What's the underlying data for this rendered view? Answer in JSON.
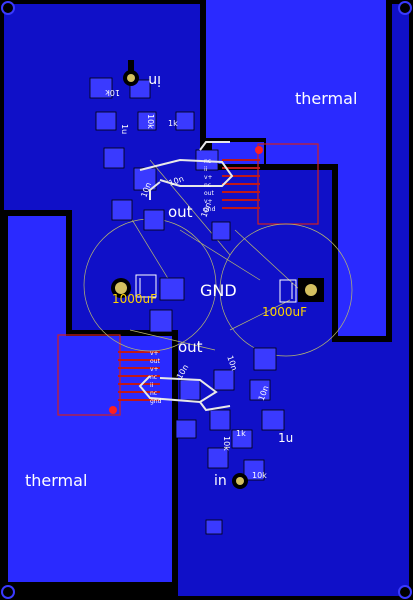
{
  "colors": {
    "background": "#000000",
    "copper_fill": "#1010c8",
    "copper_pad": "#3a3aff",
    "silkscreen": "#ffffff",
    "value_text": "#ffd400",
    "outline_red": "#d02020",
    "trace_white": "#e8e8e8",
    "ratsnest": "#b8b870"
  },
  "labels": {
    "thermal_top": "thermal",
    "thermal_bottom": "thermal",
    "out_top": "out",
    "out_bottom": "out",
    "gnd": "GND",
    "in_top": "in",
    "in_bottom": "in"
  },
  "components": {
    "c_left_value": "1000uF",
    "c_right_value": "1000uF",
    "r_top_10k_a": "10k",
    "r_top_10k_b": "10k",
    "r_top_1k": "1k",
    "c_top_1u": "1u",
    "c_top_10n_a": "10n",
    "c_top_10n_b": "10n",
    "c_top_10n_c": "10n",
    "r_bot_10k_a": "10k",
    "r_bot_10k_b": "10k",
    "r_bot_1k": "1k",
    "c_bot_1u": "1u",
    "c_bot_10n_a": "10n",
    "c_bot_10n_b": "10n",
    "c_bot_10n_c": "10n"
  },
  "ic_pins_top": [
    "nc",
    "ii",
    "v+",
    "nc",
    "out",
    "v+",
    "gnd"
  ],
  "ic_pins_bottom": [
    "v+",
    "out",
    "v+",
    "nc",
    "ii",
    "nc",
    "gnd"
  ]
}
